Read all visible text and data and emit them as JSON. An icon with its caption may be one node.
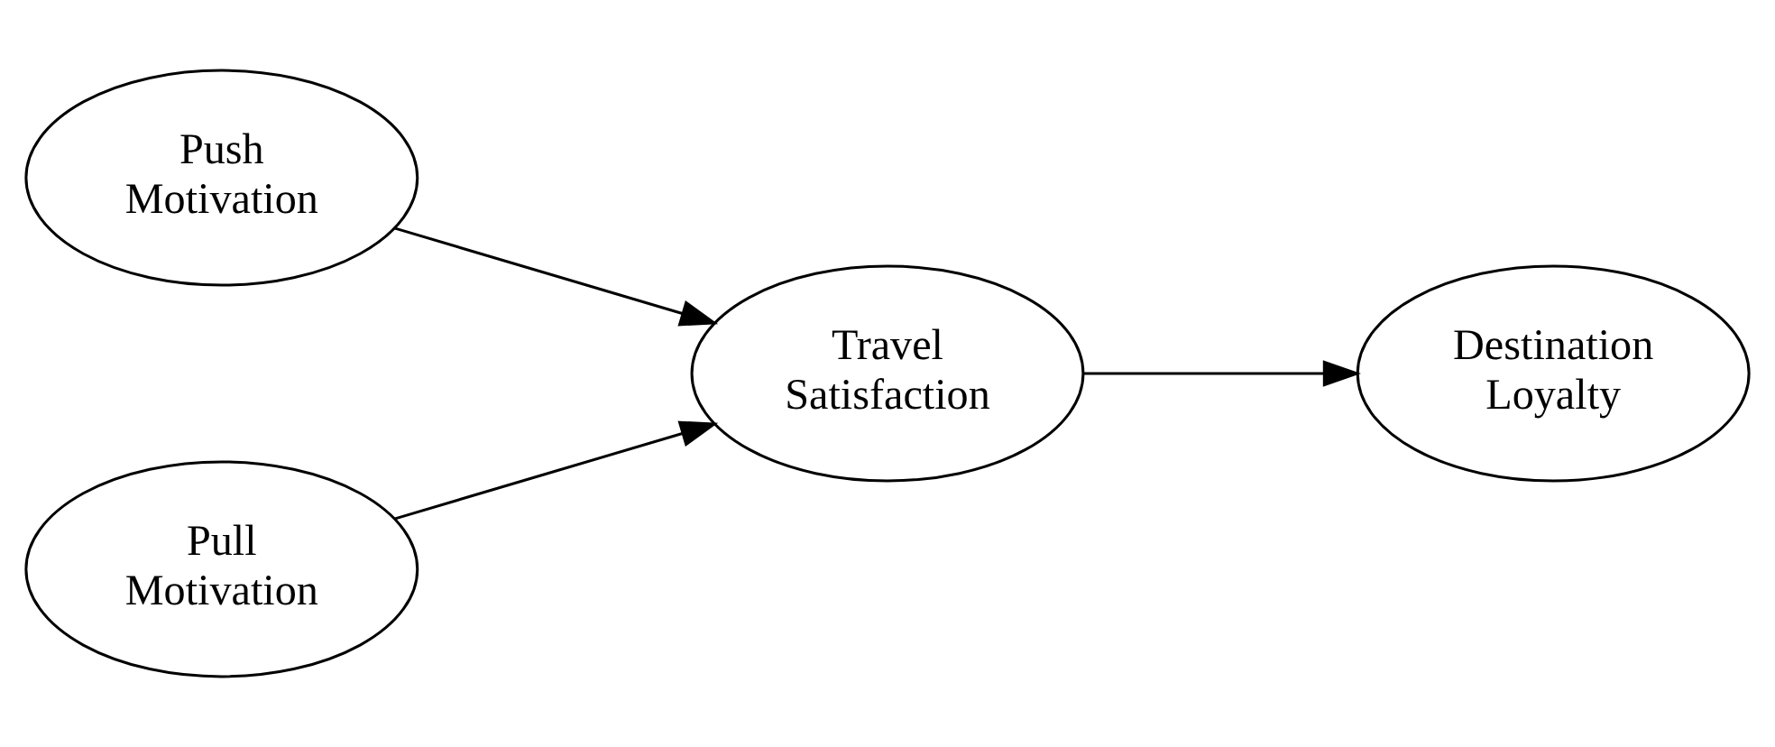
{
  "diagram": {
    "nodes": [
      {
        "text": [
          "Push Motivation"
        ]
      },
      {
        "text": [
          "Pull Motivation"
        ]
      },
      {
        "text": [
          "Travel Satisfaction"
        ]
      },
      {
        "text": [
          "Destination Loyalty"
        ]
      }
    ],
    "edges": [
      {
        "from": 0,
        "to": 2,
        "arrow": "to"
      },
      {
        "from": 1,
        "to": 2,
        "arrow": "to"
      },
      {
        "from": 2,
        "to": 3,
        "arrow": "to"
      }
    ]
  }
}
